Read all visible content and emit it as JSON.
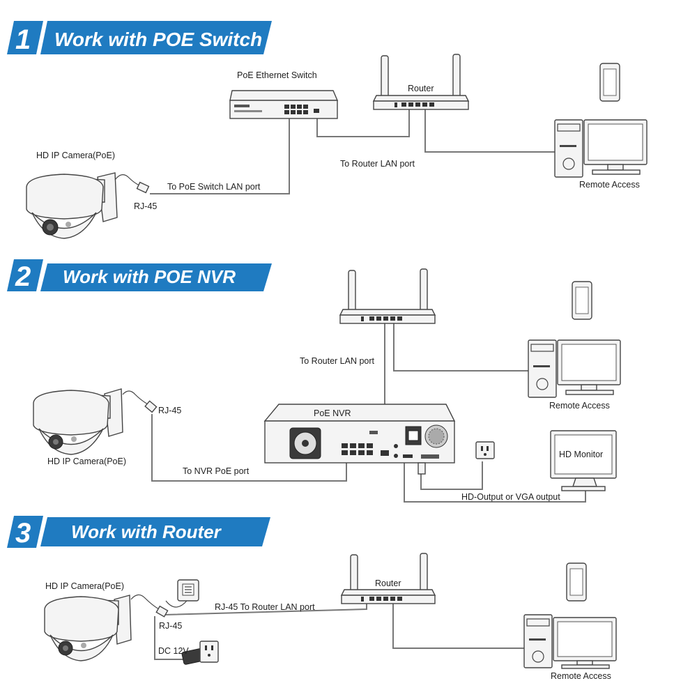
{
  "sections": [
    {
      "number": "1",
      "title": "Work with POE Switch",
      "labels": {
        "switch": "PoE Ethernet Switch",
        "router": "Router",
        "camera": "HD IP Camera(PoE)",
        "rj45": "RJ-45",
        "to_switch": "To PoE Switch LAN port",
        "to_router": "To Router LAN port",
        "remote": "Remote Access"
      }
    },
    {
      "number": "2",
      "title": "Work with POE NVR",
      "labels": {
        "to_router": "To Router LAN port",
        "rj45": "RJ-45",
        "nvr": "PoE NVR",
        "camera": "HD IP Camera(PoE)",
        "to_nvr": "To NVR PoE port",
        "remote": "Remote Access",
        "monitor": "HD Monitor",
        "output": "HD-Output or VGA output"
      }
    },
    {
      "number": "3",
      "title": "Work with Router",
      "labels": {
        "camera": "HD IP Camera(PoE)",
        "router": "Router",
        "rj45_router": "RJ-45 To Router LAN port",
        "rj45": "RJ-45",
        "dc": "DC 12V",
        "remote": "Remote Access"
      }
    }
  ],
  "colors": {
    "banner": "#1f7bc1",
    "banner_dark": "#155d96",
    "wire": "#777777"
  }
}
